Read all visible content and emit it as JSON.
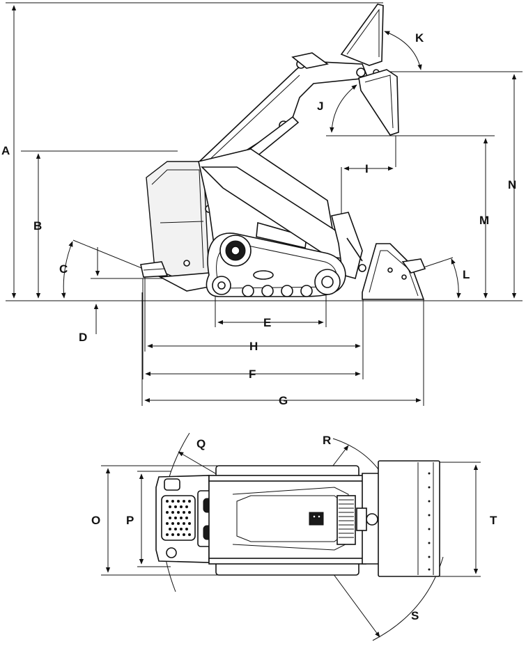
{
  "diagram": {
    "side_view_labels": {
      "A": "A",
      "B": "B",
      "C": "C",
      "D": "D",
      "E": "E",
      "F": "F",
      "G": "G",
      "H": "H",
      "I": "I",
      "J": "J",
      "K": "K",
      "L": "L",
      "M": "M",
      "N": "N"
    },
    "top_view_labels": {
      "O": "O",
      "P": "P",
      "Q": "Q",
      "R": "R",
      "S": "S",
      "T": "T"
    },
    "colors": {
      "ink": "#111111",
      "paper": "#ffffff",
      "fill": "#f2f2f2"
    }
  }
}
